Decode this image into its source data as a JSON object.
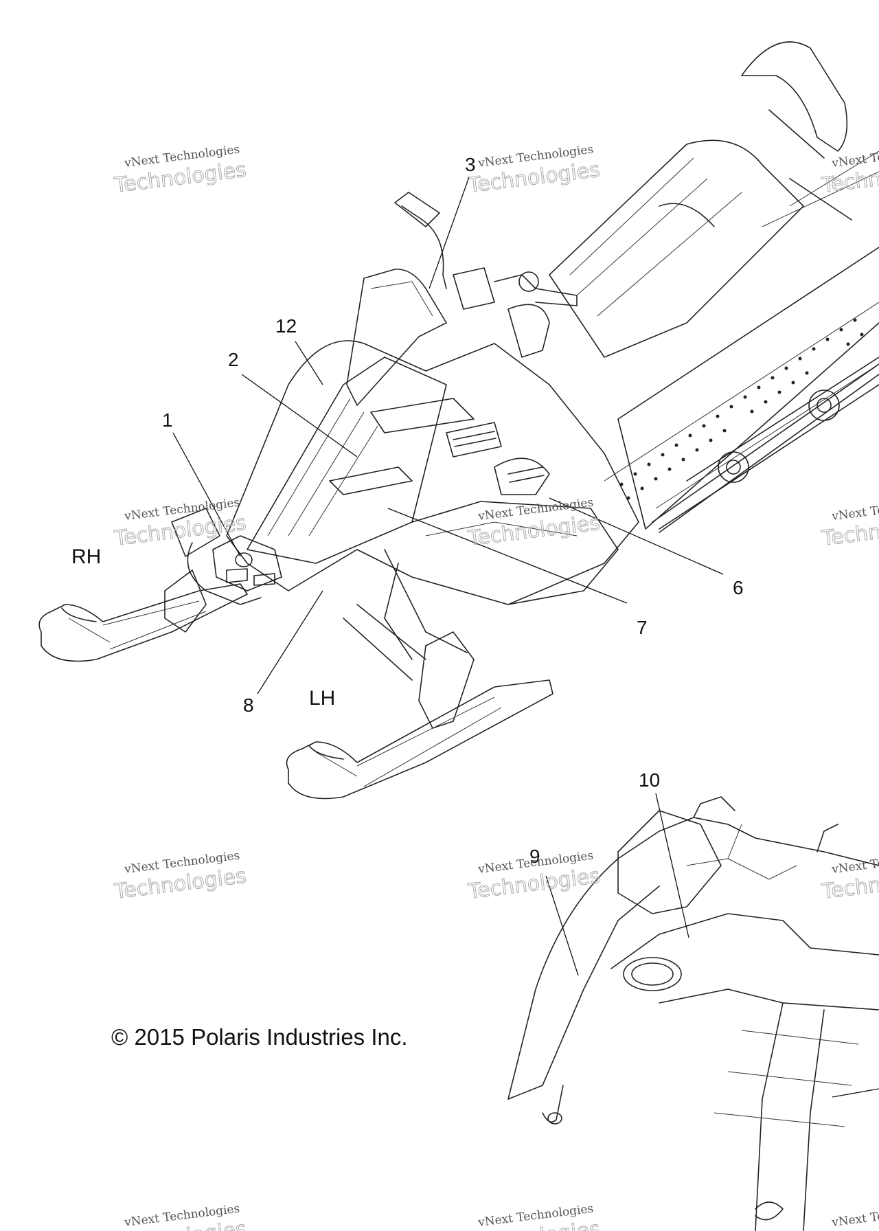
{
  "callouts": {
    "c1": "1",
    "c2": "2",
    "c3": "3",
    "c6": "6",
    "c7": "7",
    "c8": "8",
    "c9": "9",
    "c10": "10",
    "c12": "12"
  },
  "sides": {
    "rh": "RH",
    "lh": "LH"
  },
  "copyright": "© 2015 Polaris Industries Inc.",
  "watermark": {
    "line1": "vNext Technologies",
    "line2": "Technologies"
  }
}
